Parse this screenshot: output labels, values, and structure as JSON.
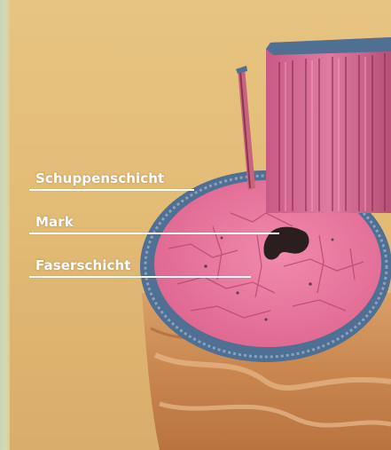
{
  "labels": [
    {
      "key": "scale_layer",
      "text": "Schuppenschicht"
    },
    {
      "key": "medulla",
      "text": "Mark"
    },
    {
      "key": "fiber_layer",
      "text": "Faserschicht"
    }
  ],
  "colors": {
    "background": "#e6c07c",
    "cortex_pink": "#e7739a",
    "cuticle_blue": "#4f6f93",
    "medulla_dark": "#2a1e1e",
    "lower_skin": "#d89b62",
    "label_text": "#ffffff"
  }
}
